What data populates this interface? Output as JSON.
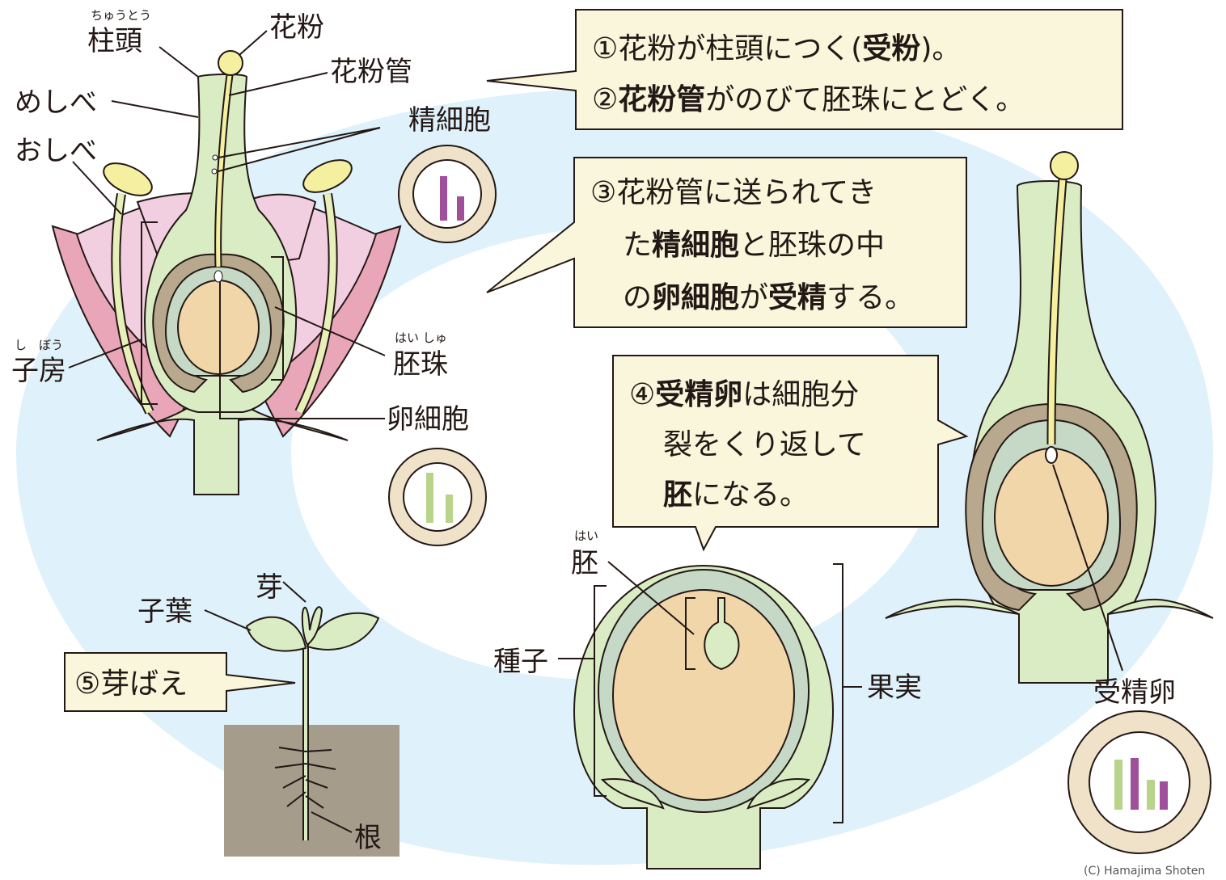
{
  "labels": {
    "stigma": "柱頭",
    "stigma_ruby": "ちゅうとう",
    "pollen": "花粉",
    "pollen_tube": "花粉管",
    "pistil": "めしべ",
    "stamen": "おしべ",
    "sperm_cell": "精細胞",
    "ovary": "子房",
    "ovary_ruby": "し　ぼう",
    "ovule": "胚珠",
    "ovule_ruby": "はい しゅ",
    "egg_cell": "卵細胞",
    "bud": "芽",
    "cotyledon": "子葉",
    "root": "根",
    "embryo": "胚",
    "embryo_ruby": "はい",
    "seed": "種子",
    "fruit": "果実",
    "fertilized_egg": "受精卵"
  },
  "notes": {
    "n1": [
      "①花粉が柱頭につく(",
      "受粉",
      ")。"
    ],
    "n2": [
      "②",
      "花粉管",
      "がのびて胚珠にとどく。"
    ],
    "n3_l1": "③花粉管に送られてき",
    "n3_l2": [
      "た",
      "精細胞",
      "と胚珠の中"
    ],
    "n3_l3": [
      "の",
      "卵細胞",
      "が",
      "受精",
      "する。"
    ],
    "n4_l1": [
      "④",
      "受精卵",
      "は細胞分"
    ],
    "n4_l2": "裂をくり返して",
    "n4_l3": [
      "胚",
      "になる。"
    ],
    "n5": "⑤芽ばえ"
  },
  "copyright": "(C) Hamajima Shoten",
  "colors": {
    "background_swirl": "#dff1fa",
    "stem_green": "#d9ecc3",
    "petal_pink": "#f2cfe0",
    "ovule_brown": "#b7a88e",
    "ovule_inner": "#c6d8c6",
    "egg_tan": "#f0d6a8",
    "pollen_yellow": "#f5f0a0",
    "note_box": "#f9f6dc",
    "chromosome_purple": "#a0509a",
    "chromosome_green": "#b7d48a",
    "soil": "#a59c8c"
  }
}
